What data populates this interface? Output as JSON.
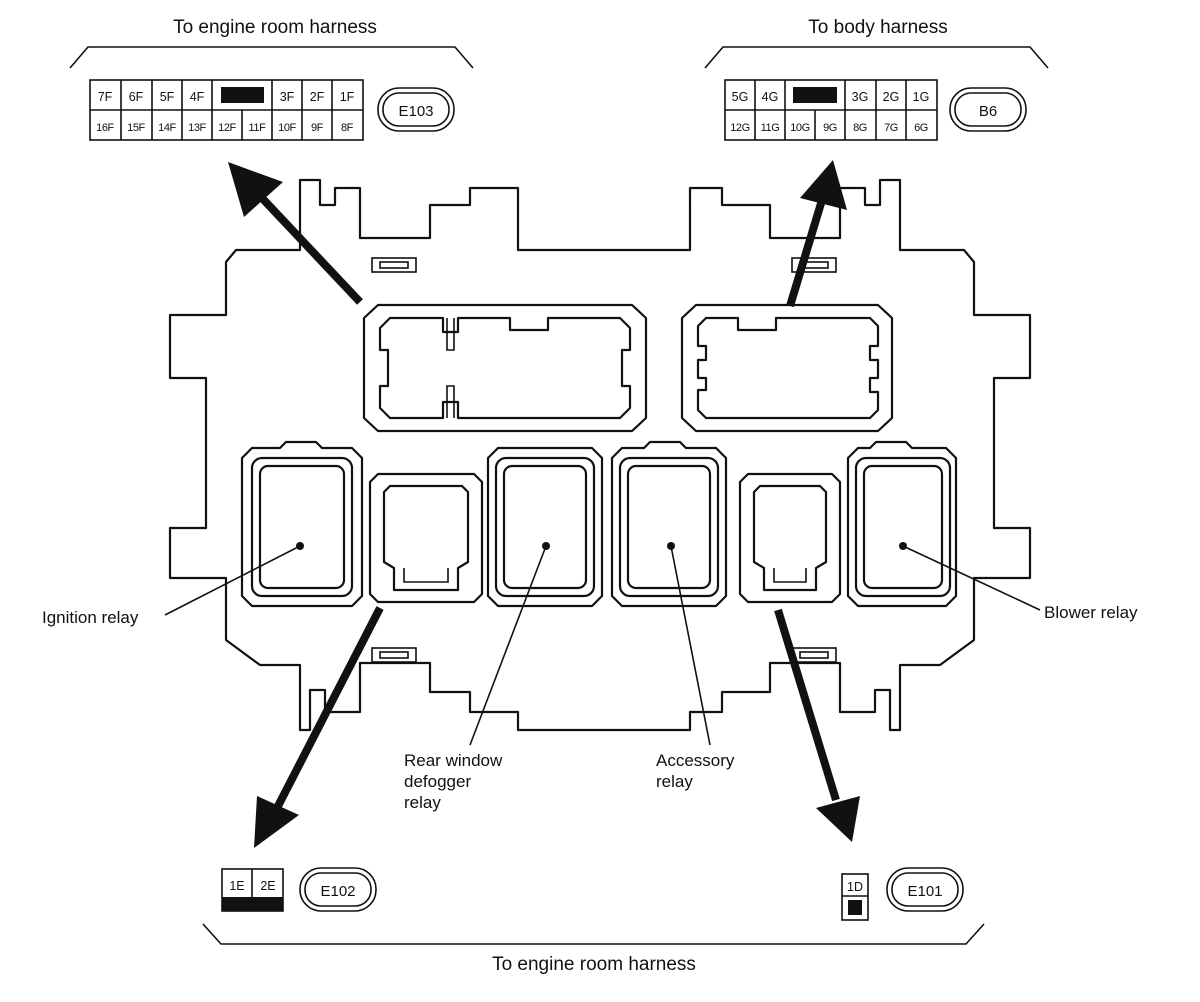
{
  "harness": {
    "top_left_title": "To engine room harness",
    "top_right_title": "To body harness",
    "bottom_title": "To engine room harness"
  },
  "connectors": {
    "e103": {
      "tag": "E103",
      "top_row": [
        "7F",
        "6F",
        "5F",
        "4F",
        "",
        "3F",
        "2F",
        "1F"
      ],
      "bottom_row": [
        "16F",
        "15F",
        "14F",
        "13F",
        "12F",
        "11F",
        "10F",
        "9F",
        "8F"
      ]
    },
    "b6": {
      "tag": "B6",
      "top_row": [
        "5G",
        "4G",
        "",
        "3G",
        "2G",
        "1G"
      ],
      "bottom_row": [
        "12G",
        "11G",
        "10G",
        "9G",
        "8G",
        "7G",
        "6G"
      ]
    },
    "e102": {
      "tag": "E102",
      "top_row": [
        "1E",
        "2E"
      ]
    },
    "e101": {
      "tag": "E101",
      "top_row": [
        "1D"
      ]
    }
  },
  "relays": {
    "ignition": "Ignition relay",
    "rear_window_line1": "Rear window",
    "rear_window_line2": "defogger",
    "rear_window_line3": "relay",
    "accessory_line1": "Accessory",
    "accessory_line2": "relay",
    "blower": "Blower relay"
  }
}
